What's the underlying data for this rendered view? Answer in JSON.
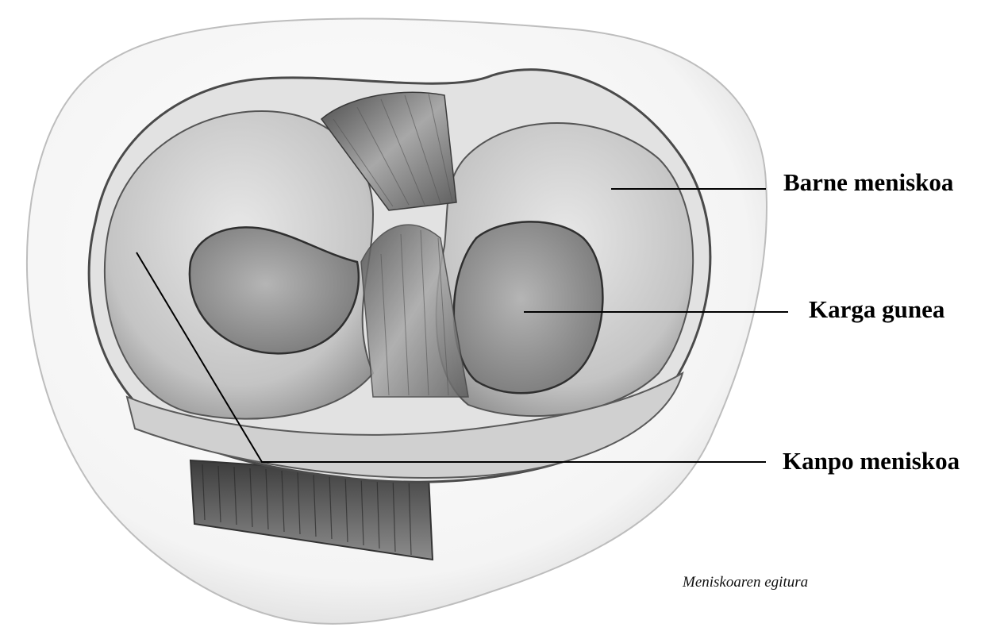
{
  "labels": {
    "barne": "Barne meniskoa",
    "karga": "Karga gunea",
    "kanpo": "Kanpo meniskoa"
  },
  "caption": "Meniskoaren egitura",
  "colors": {
    "tibia_outline": "#5a5a5a",
    "meniscus_fill": "#c9c9c9",
    "load_area_fill": "#9a9a9a",
    "ligament": "#6f6f6f",
    "leader_line": "#000000"
  }
}
